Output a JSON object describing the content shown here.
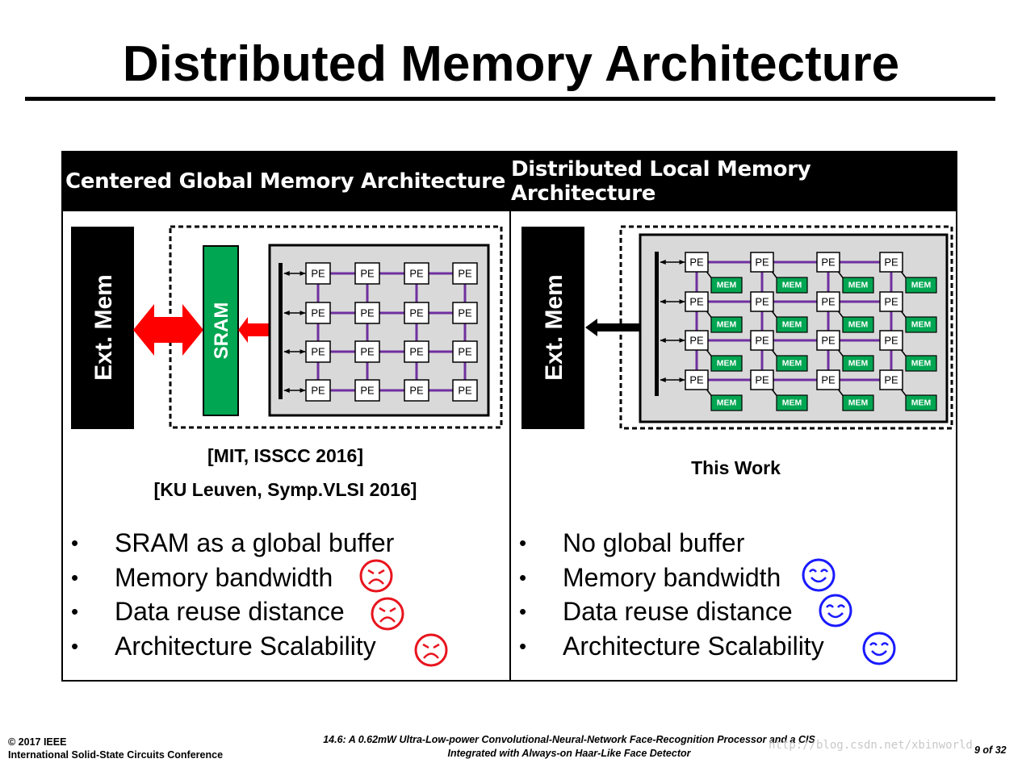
{
  "slide": {
    "title": "Distributed Memory Architecture"
  },
  "left_panel": {
    "header": "Centered Global Memory Architecture",
    "ext_mem_label": "Ext. Mem",
    "sram_label": "SRAM",
    "pe_label": "PE",
    "citations": [
      "[MIT, ISSCC 2016]",
      "[KU Leuven, Symp.VLSI 2016]"
    ],
    "bullets": [
      {
        "text": "SRAM as a global buffer",
        "face": null
      },
      {
        "text": "Memory bandwidth",
        "face": "sad-face"
      },
      {
        "text": "Data reuse distance",
        "face": "sad-face"
      },
      {
        "text": "Architecture Scalability",
        "face": "sad-face"
      }
    ]
  },
  "right_panel": {
    "header": "Distributed Local Memory Architecture",
    "ext_mem_label": "Ext. Mem",
    "pe_label": "PE",
    "mem_label": "MEM",
    "caption": "This Work",
    "bullets": [
      {
        "text": "No global buffer",
        "face": null
      },
      {
        "text": "Memory bandwidth",
        "face": "happy-face"
      },
      {
        "text": "Data reuse distance",
        "face": "happy-face"
      },
      {
        "text": "Architecture Scalability",
        "face": "happy-face"
      }
    ]
  },
  "colors": {
    "sram_green": "#00a651",
    "arrow_red": "#ff0000",
    "mesh_purple": "#7030a0",
    "sad_red": "#e8141e",
    "happy_blue": "#1a1aff",
    "array_bg": "#d9d9d9"
  },
  "footer": {
    "copyright": "© 2017 IEEE",
    "conference": "International Solid-State Circuits Conference",
    "paper_line1": "14.6: A 0.62mW Ultra-Low-power Convolutional-Neural-Network Face-Recognition Processor and a CIS",
    "paper_line2": "Integrated with Always-on Haar-Like Face Detector",
    "page": "9 of 32",
    "watermark": "http://blog.csdn.net/xbinworld"
  }
}
